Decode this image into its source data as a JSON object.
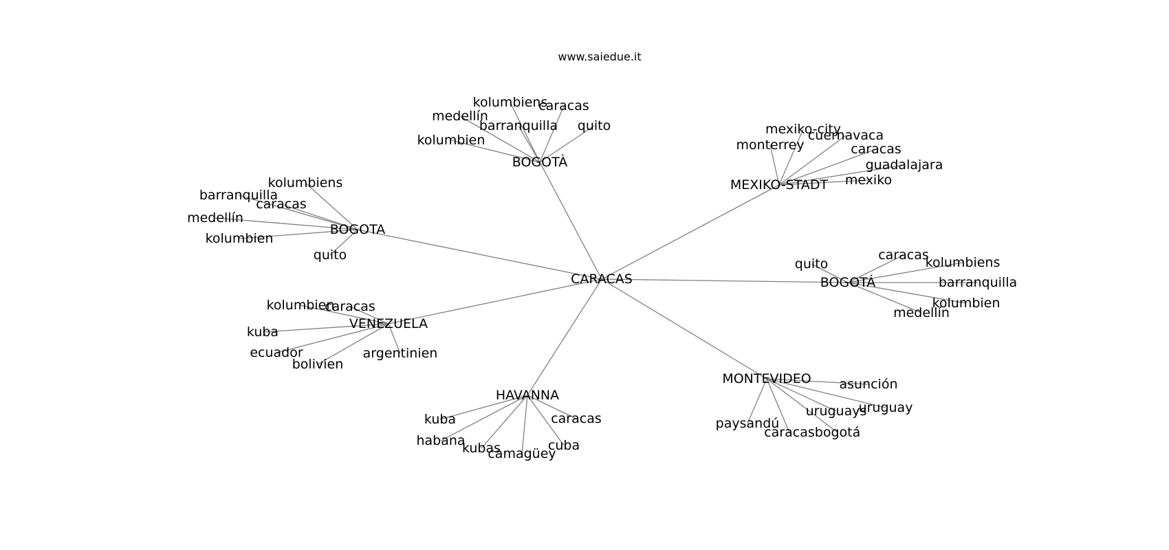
{
  "title": "www.saiedue.it",
  "edge_color": "#808080",
  "text_color": "#000000",
  "root": "CARACAS",
  "hubs": [
    {
      "label": "BOGOTÀ",
      "leaves": [
        "kolumbiens",
        "caracas",
        "medellín",
        "barranquilla",
        "quito",
        "kolumbien"
      ]
    },
    {
      "label": "MEXIKO-STADT",
      "leaves": [
        "mexiko-city",
        "cuernavaca",
        "monterrey",
        "caracas",
        "guadalajara",
        "mexiko"
      ]
    },
    {
      "label": "BOGOTA",
      "leaves": [
        "kolumbiens",
        "barranquilla",
        "caracas",
        "medellín",
        "kolumbien",
        "quito"
      ]
    },
    {
      "label": "BOGOTÁ",
      "leaves": [
        "quito",
        "caracas",
        "kolumbiens",
        "barranquilla",
        "kolumbien",
        "medellín"
      ]
    },
    {
      "label": "VENEZUELA",
      "leaves": [
        "kolumbien",
        "caracas",
        "kuba",
        "ecuador",
        "bolivien",
        "argentinien"
      ]
    },
    {
      "label": "MONTEVIDEO",
      "leaves": [
        "asunción",
        "uruguay",
        "uruguays",
        "paysandú",
        "caracas",
        "bogotá"
      ]
    },
    {
      "label": "HAVANNA",
      "leaves": [
        "kuba",
        "caracas",
        "habana",
        "kubas",
        "camagüey",
        "cuba"
      ]
    }
  ]
}
